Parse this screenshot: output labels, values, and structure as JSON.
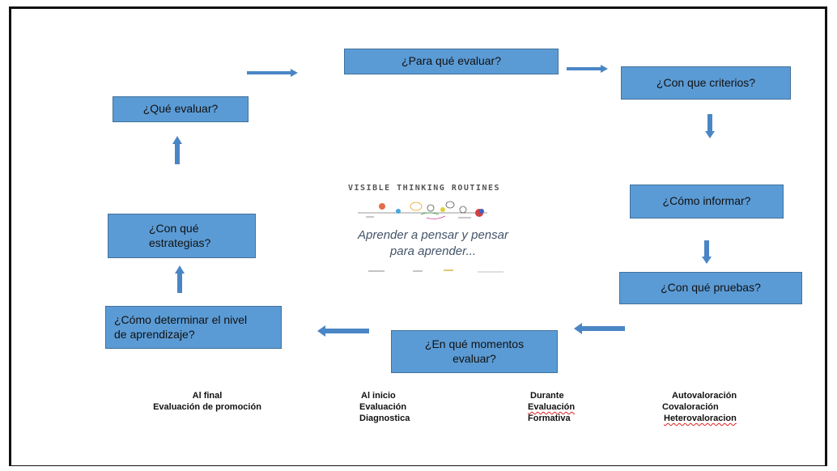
{
  "diagram": {
    "nodes": [
      {
        "id": "para-que",
        "text": "¿Para qué evaluar?"
      },
      {
        "id": "criterios",
        "text": "¿Con que criterios?"
      },
      {
        "id": "informar",
        "text": "¿Cómo informar?"
      },
      {
        "id": "pruebas",
        "text": "¿Con qué pruebas?"
      },
      {
        "id": "momentos",
        "text": "¿En qué momentos evaluar?"
      },
      {
        "id": "nivel",
        "text": "¿Cómo determinar el nivel de aprendizaje?"
      },
      {
        "id": "estrategias",
        "text": "¿Con qué estrategias?"
      },
      {
        "id": "que",
        "text": "¿Qué evaluar?"
      }
    ],
    "flow": [
      "que",
      "para-que",
      "criterios",
      "informar",
      "pruebas",
      "momentos",
      "nivel",
      "estrategias",
      "que"
    ]
  },
  "center_image": {
    "title": "VISIBLE THINKING ROUTINES",
    "subtitle_line1": "Aprender a pensar y pensar",
    "subtitle_line2": "para aprender..."
  },
  "bottom_labels": [
    {
      "lines": [
        "Al final",
        "Evaluación de promoción"
      ]
    },
    {
      "lines": [
        "Al inicio",
        "Evaluación",
        "Diagnostica"
      ]
    },
    {
      "lines": [
        "Durante",
        "Evaluación",
        "Formativa"
      ]
    },
    {
      "lines": [
        "Autovaloración",
        "Covaloración",
        "Heterovaloracion"
      ]
    }
  ],
  "colors": {
    "box_fill": "#5b9bd5",
    "box_border": "#41719c",
    "arrow": "#4a86c5",
    "spell_underline": "#e02020"
  }
}
